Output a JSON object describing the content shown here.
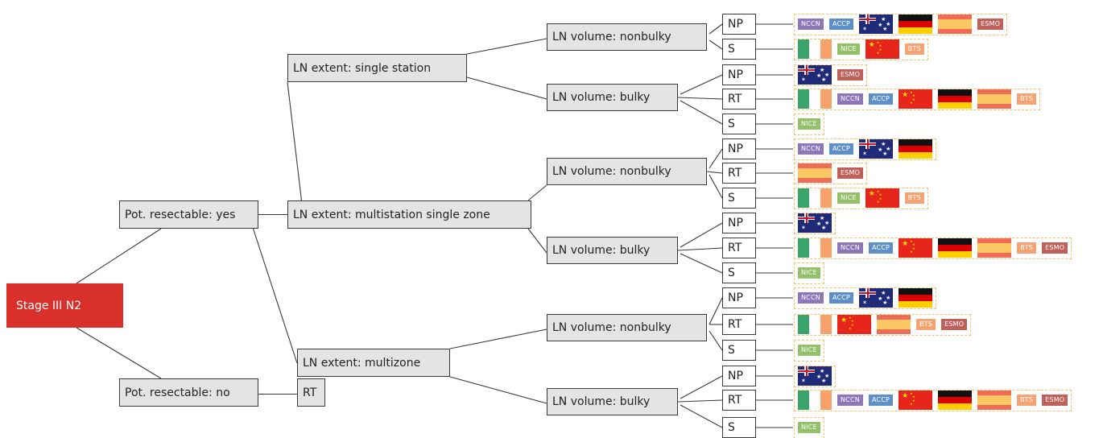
{
  "diagram": {
    "root": "Stage III N2",
    "resectable_yes": "Pot. resectable: yes",
    "resectable_no": "Pot. resectable: no",
    "extent_single": "LN extent: single station",
    "extent_multi_single": "LN extent: multistation single zone",
    "extent_multizone": "LN extent: multizone",
    "rt_no": "RT",
    "vol_nonbulky": "LN volume: nonbulky",
    "vol_bulky": "LN volume: bulky",
    "leaves": [
      "NP",
      "S",
      "NP",
      "RT",
      "S",
      "NP",
      "RT",
      "S",
      "NP",
      "RT",
      "S",
      "NP",
      "RT",
      "S",
      "NP",
      "RT",
      "S"
    ]
  },
  "guidelines": {
    "rows": [
      [
        "NCCN",
        "ACCP",
        "au",
        "de",
        "es",
        "ESMO"
      ],
      [
        "ie",
        "NICE",
        "cn",
        "BTS"
      ],
      [
        "au",
        "ESMO"
      ],
      [
        "ie",
        "NCCN",
        "ACCP",
        "cn",
        "de",
        "es",
        "BTS"
      ],
      [
        "NICE"
      ],
      [
        "NCCN",
        "ACCP",
        "au",
        "de"
      ],
      [
        "es",
        "ESMO"
      ],
      [
        "ie",
        "NICE",
        "cn",
        "BTS"
      ],
      [
        "au"
      ],
      [
        "ie",
        "NCCN",
        "ACCP",
        "cn",
        "de",
        "es",
        "BTS",
        "ESMO"
      ],
      [
        "NICE"
      ],
      [
        "NCCN",
        "ACCP",
        "au",
        "de"
      ],
      [
        "ie",
        "cn",
        "es",
        "BTS",
        "ESMO"
      ],
      [
        "NICE"
      ],
      [
        "au"
      ],
      [
        "ie",
        "NCCN",
        "ACCP",
        "cn",
        "de",
        "es",
        "BTS",
        "ESMO"
      ],
      [
        "NICE"
      ]
    ],
    "badge_colors": {
      "NCCN": "#8e77b7",
      "ACCP": "#5f8fc7",
      "ESMO": "#c0605a",
      "NICE": "#94c06a",
      "BTS": "#f4a373"
    }
  },
  "colors": {
    "root": "#d9302c",
    "node_bg": "#e4e4e4",
    "dashed": "#f2c46a",
    "line": "#3a3a3a"
  }
}
